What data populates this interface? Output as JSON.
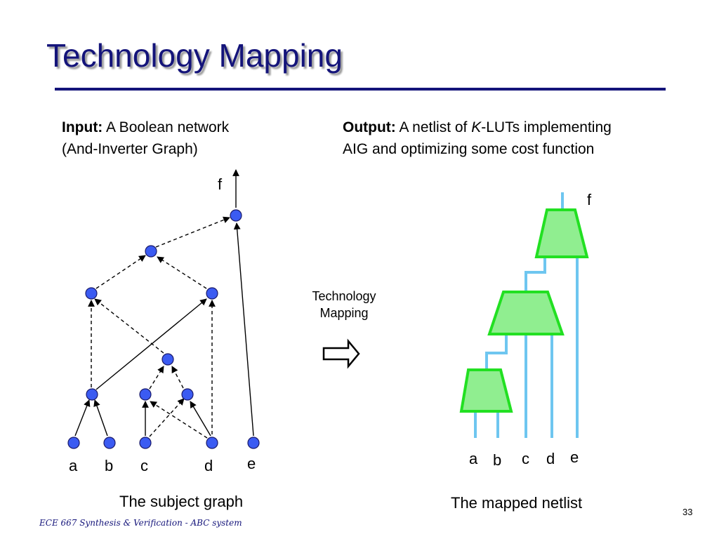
{
  "slide": {
    "title": "Technology Mapping",
    "input_label": "Input:",
    "input_text_line1": "A Boolean network",
    "input_text_line2": "(And-Inverter Graph)",
    "output_label": "Output:",
    "output_text_pre": "A netlist of ",
    "output_text_k": "K",
    "output_text_post": "-LUTs implementing",
    "output_text_line2": "AIG and optimizing some cost function",
    "middle_line1": "Technology",
    "middle_line2": "Mapping",
    "caption_left": "The subject graph",
    "caption_right": "The mapped netlist",
    "footer": "ECE 667 Synthesis & Verification - ABC system",
    "page_number": "33"
  },
  "subject_graph": {
    "output_label": "f",
    "input_labels": [
      "a",
      "b",
      "c",
      "d",
      "e"
    ]
  },
  "mapped_netlist": {
    "output_label": "f",
    "input_labels": [
      "a",
      "b",
      "c",
      "d",
      "e"
    ]
  },
  "colors": {
    "title": "#14147a",
    "node_fill": "#3b5bf2",
    "lut_fill": "#90ee90",
    "lut_stroke": "#22e022",
    "wire": "#6ec6f0"
  }
}
